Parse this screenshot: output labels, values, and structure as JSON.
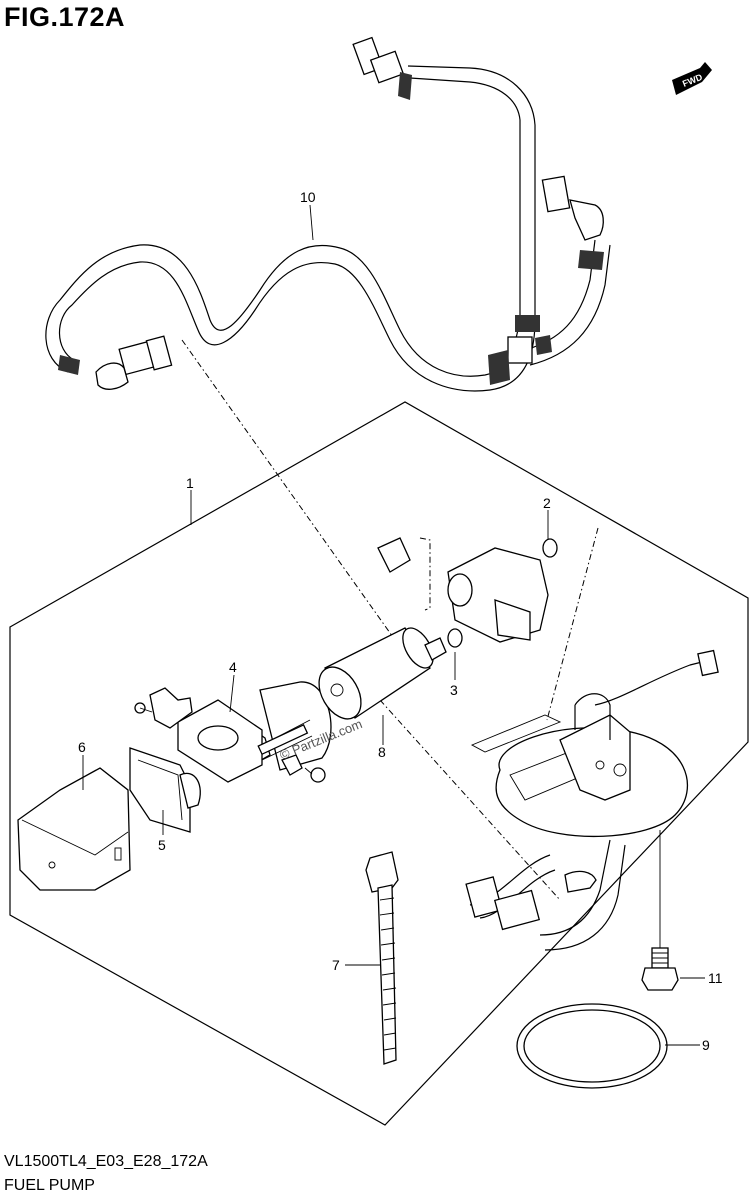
{
  "figure_title": "FIG.172A",
  "footer": {
    "code": "VL1500TL4_E03_E28_172A",
    "name": "FUEL PUMP"
  },
  "direction_badge": "FWD",
  "watermark": "© Partzilla.com",
  "callouts": [
    "1",
    "2",
    "3",
    "4",
    "5",
    "6",
    "7",
    "8",
    "9",
    "10",
    "11"
  ]
}
